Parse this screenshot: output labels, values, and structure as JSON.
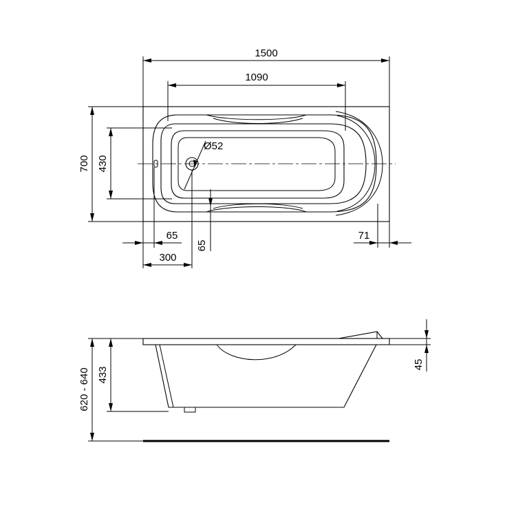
{
  "top_view": {
    "overall_length": "1500",
    "inner_length": "1090",
    "overall_width": "700",
    "inner_width": "430",
    "drain_diameter": "Ø52",
    "left_offset": "65",
    "drain_offset_y": "65",
    "right_offset": "71",
    "drain_offset_x": "300"
  },
  "side_view": {
    "total_height": "620 - 640",
    "bath_depth": "433",
    "rim_thickness": "45"
  }
}
